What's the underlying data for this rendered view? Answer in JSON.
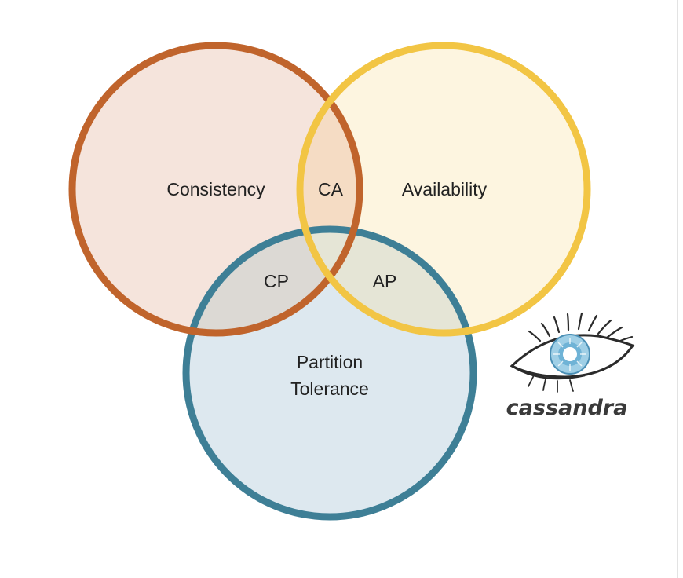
{
  "diagram": {
    "sets": [
      {
        "id": "consistency",
        "label": "Consistency",
        "stroke": "#c0642c",
        "fill": "#f5e4dc"
      },
      {
        "id": "availability",
        "label": "Availability",
        "stroke": "#f2c544",
        "fill": "#fdf5e0"
      },
      {
        "id": "partition",
        "label_line1": "Partition",
        "label_line2": "Tolerance",
        "stroke": "#3e7f96",
        "fill": "#dde8ef"
      }
    ],
    "regions": {
      "ca": "CA",
      "cp": "CP",
      "ap": "AP"
    },
    "overlap_colors": {
      "ca": "#f5dcc4",
      "cp": "#dcd9d4",
      "ap": "#e5e5d6"
    }
  },
  "logo": {
    "name": "cassandra",
    "icon": "cassandra-eye-icon",
    "iris_color": "#9fcfe6",
    "pupil_color": "#ffffff"
  }
}
